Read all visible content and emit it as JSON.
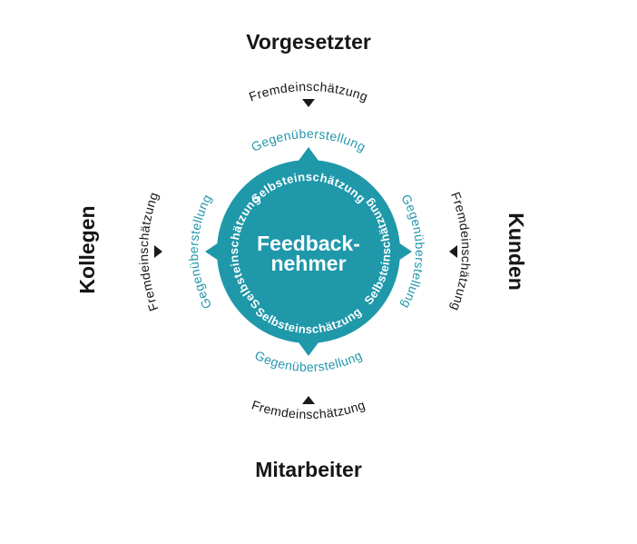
{
  "diagram": {
    "center": {
      "line1": "Feedback-",
      "line2": "nehmer"
    },
    "ring_word": "Selbsteinschätzung",
    "labels": {
      "fremdeinschaetzung": "Fremdeinschätzung",
      "gegenueberstellung": "Gegenüberstellung"
    },
    "stakeholders": {
      "top": "Vorgesetzter",
      "right": "Kunden",
      "bottom": "Mitarbeiter",
      "left": "Kollegen"
    },
    "icons": {
      "arrow_top": "triangle-down-icon",
      "arrow_bottom": "triangle-up-icon",
      "arrow_left": "triangle-right-icon",
      "arrow_right": "triangle-left-icon"
    },
    "colors": {
      "circle_teal": "#1F98AA",
      "teal_text": "#2397AC",
      "black_text": "#161616",
      "ring_text": "#FFFFFF"
    }
  }
}
